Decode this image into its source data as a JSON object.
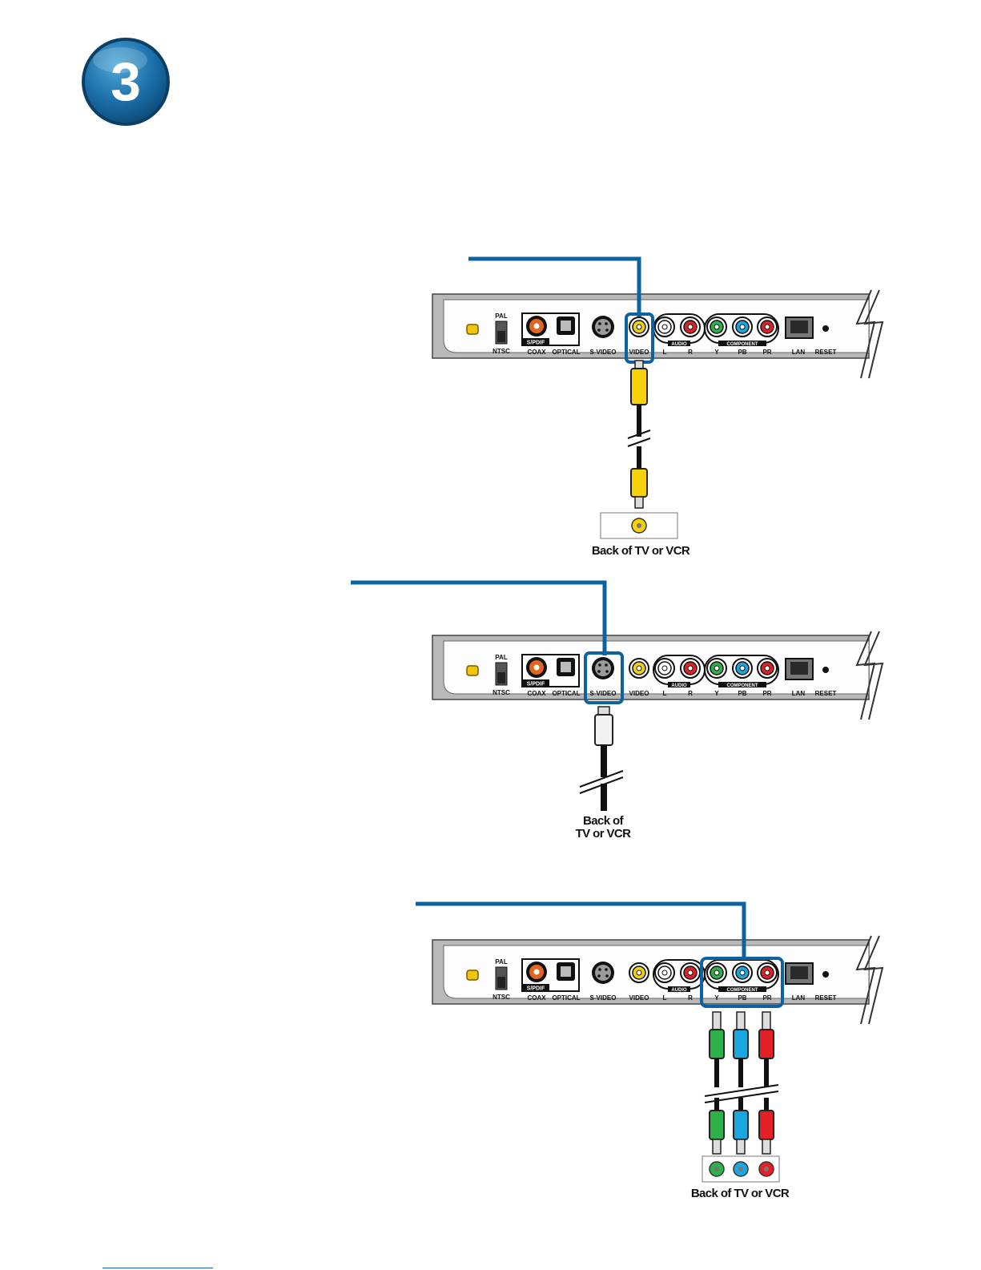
{
  "step": {
    "number": "3"
  },
  "panel": {
    "labels": {
      "pal": "PAL",
      "ntsc": "NTSC",
      "spdif": "S/PDIF",
      "coax": "COAX",
      "optical": "OPTICAL",
      "svideo": "S-VIDEO",
      "video": "VIDEO",
      "audio": "AUDIO",
      "l": "L",
      "r": "R",
      "component": "COMPONENT",
      "y": "Y",
      "pb": "PB",
      "pr": "PR",
      "lan": "LAN",
      "reset": "RESET"
    }
  },
  "diagrams": [
    {
      "highlight": "video",
      "caption": "Back of TV or VCR"
    },
    {
      "highlight": "svideo",
      "caption_line1": "Back of",
      "caption_line2": "TV or VCR"
    },
    {
      "highlight": "component",
      "caption": "Back of TV or VCR"
    }
  ],
  "colors": {
    "accent_blue": "#0d63a0",
    "panel_gray": "#b9b9b9",
    "video_yellow": "#f6d20a",
    "component_green": "#2db24a",
    "component_blue": "#1aa7e0",
    "component_red": "#e32026",
    "coax_orange": "#e2661e"
  }
}
